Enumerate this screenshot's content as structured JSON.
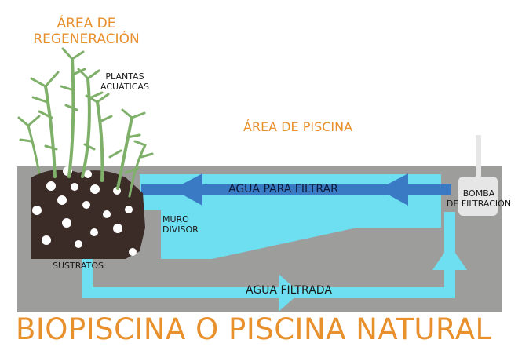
{
  "labels": {
    "regen_line1": "ÁREA DE",
    "regen_line2": "REGENERACIÓN",
    "plants_line1": "PLANTAS",
    "plants_line2": "ACUÁTICAS",
    "pool_area": "ÁREA DE PISCINA",
    "water_to_filter": "AGUA PARA FILTRAR",
    "pump_line1": "BOMBA",
    "pump_line2": "DE FILTRACIÓN",
    "wall_line1": "MURO",
    "wall_line2": "DIVISOR",
    "substrates": "SUSTRATOS",
    "filtered_water": "AGUA FILTRADA",
    "title": "BIOPISCINA O PISCINA NATURAL"
  },
  "colors": {
    "orange": "#e8902c",
    "ground": "#9d9d9c",
    "water": "#6ddff0",
    "arrow": "#3a79c4",
    "soil": "#3b2c28",
    "plant": "#7fb069",
    "pebble": "#ffffff"
  }
}
